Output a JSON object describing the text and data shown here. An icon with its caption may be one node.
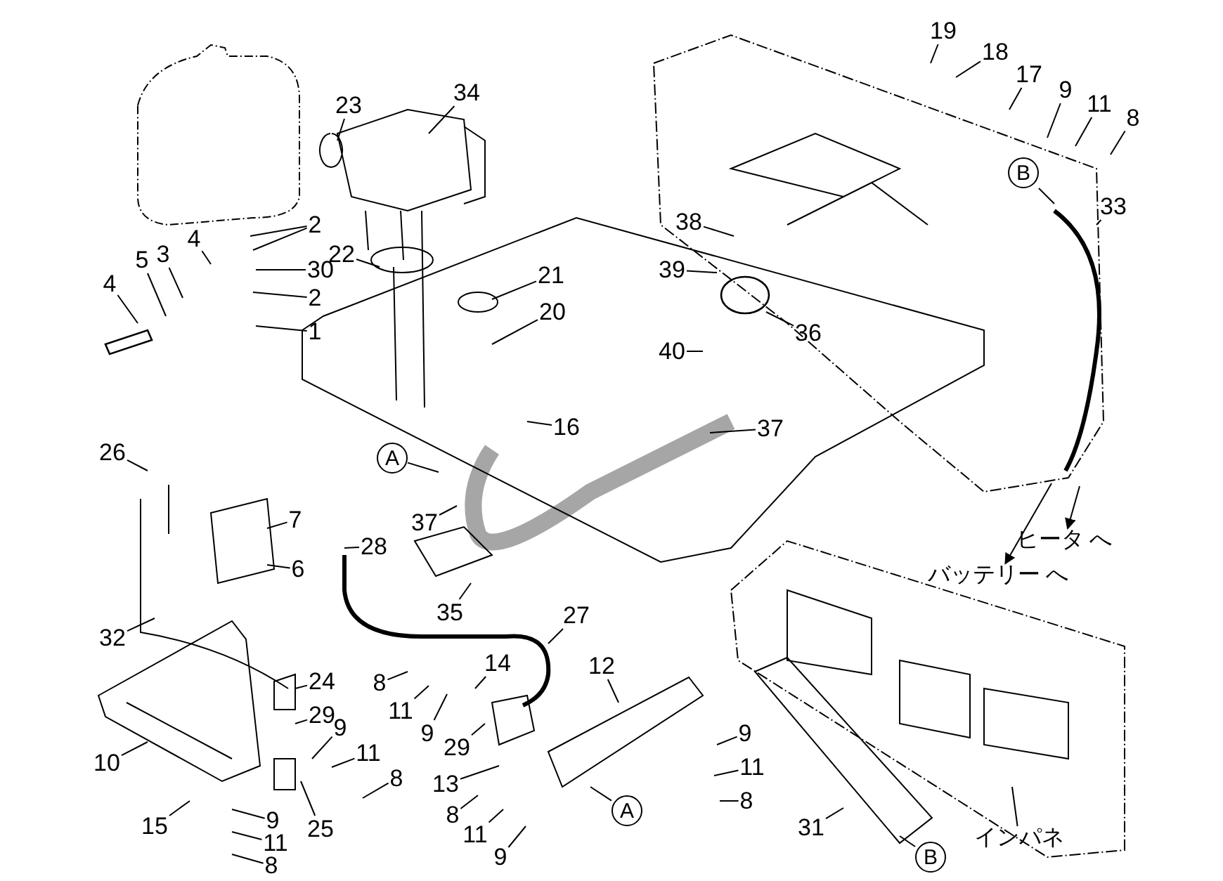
{
  "diagram": {
    "nodes": [
      {
        "text": [
          "23"
        ]
      },
      {
        "text": [
          "34"
        ]
      },
      {
        "text": [
          "19"
        ]
      },
      {
        "text": [
          "18"
        ]
      },
      {
        "text": [
          "17"
        ]
      },
      {
        "text": [
          "9"
        ]
      },
      {
        "text": [
          "11"
        ]
      },
      {
        "text": [
          "8"
        ]
      },
      {
        "text": [
          "B"
        ]
      },
      {
        "text": [
          "33"
        ]
      },
      {
        "text": [
          "2"
        ]
      },
      {
        "text": [
          "30"
        ]
      },
      {
        "text": [
          "2"
        ]
      },
      {
        "text": [
          "1"
        ]
      },
      {
        "text": [
          "4"
        ]
      },
      {
        "text": [
          "5"
        ]
      },
      {
        "text": [
          "3"
        ]
      },
      {
        "text": [
          "4"
        ]
      },
      {
        "text": [
          "22"
        ]
      },
      {
        "text": [
          "21"
        ]
      },
      {
        "text": [
          "20"
        ]
      },
      {
        "text": [
          "38"
        ]
      },
      {
        "text": [
          "39"
        ]
      },
      {
        "text": [
          "36"
        ]
      },
      {
        "text": [
          "40"
        ]
      },
      {
        "text": [
          "16"
        ]
      },
      {
        "text": [
          "37"
        ]
      },
      {
        "text": [
          "26"
        ]
      },
      {
        "text": [
          "7"
        ]
      },
      {
        "text": [
          "6"
        ]
      },
      {
        "text": [
          "A"
        ]
      },
      {
        "text": [
          "37"
        ]
      },
      {
        "text": [
          "28"
        ]
      },
      {
        "text": [
          "35"
        ]
      },
      {
        "text": [
          "27"
        ]
      },
      {
        "text": [
          "32"
        ]
      },
      {
        "text": [
          "24"
        ]
      },
      {
        "text": [
          "29"
        ]
      },
      {
        "text": [
          "14"
        ]
      },
      {
        "text": [
          "12"
        ]
      },
      {
        "text": [
          "8"
        ]
      },
      {
        "text": [
          "11"
        ]
      },
      {
        "text": [
          "9"
        ]
      },
      {
        "text": [
          "9"
        ]
      },
      {
        "text": [
          "11"
        ]
      },
      {
        "text": [
          "8"
        ]
      },
      {
        "text": [
          "29"
        ]
      },
      {
        "text": [
          "13"
        ]
      },
      {
        "text": [
          "A"
        ]
      },
      {
        "text": [
          "9"
        ]
      },
      {
        "text": [
          "11"
        ]
      },
      {
        "text": [
          "8"
        ]
      },
      {
        "text": [
          "10"
        ]
      },
      {
        "text": [
          "25"
        ]
      },
      {
        "text": [
          "15"
        ]
      },
      {
        "text": [
          "9"
        ]
      },
      {
        "text": [
          "11"
        ]
      },
      {
        "text": [
          "8"
        ]
      },
      {
        "text": [
          "8"
        ]
      },
      {
        "text": [
          "11"
        ]
      },
      {
        "text": [
          "9"
        ]
      },
      {
        "text": [
          "31"
        ]
      },
      {
        "text": [
          "B"
        ]
      },
      {
        "text": [
          "インパネ"
        ]
      },
      {
        "text": [
          "ヒータ へ"
        ]
      },
      {
        "text": [
          "バッテリー へ"
        ]
      }
    ],
    "edges": [
      {
        "from": 0,
        "to": null,
        "arrow": "none"
      },
      {
        "from": 1,
        "to": null,
        "arrow": "none"
      },
      {
        "from": 2,
        "to": null,
        "arrow": "none"
      },
      {
        "from": 3,
        "to": null,
        "arrow": "none"
      },
      {
        "from": 4,
        "to": null,
        "arrow": "none"
      },
      {
        "from": 5,
        "to": null,
        "arrow": "none"
      },
      {
        "from": 6,
        "to": null,
        "arrow": "none"
      },
      {
        "from": 7,
        "to": null,
        "arrow": "none"
      },
      {
        "from": 8,
        "to": null,
        "arrow": "none"
      },
      {
        "from": 9,
        "to": null,
        "arrow": "none"
      },
      {
        "from": 10,
        "to": null,
        "arrow": "none"
      },
      {
        "from": 10,
        "to": null,
        "arrow": "none"
      },
      {
        "from": 11,
        "to": null,
        "arrow": "none"
      },
      {
        "from": 12,
        "to": null,
        "arrow": "none"
      },
      {
        "from": 13,
        "to": null,
        "arrow": "none"
      },
      {
        "from": 14,
        "to": null,
        "arrow": "none"
      },
      {
        "from": 15,
        "to": null,
        "arrow": "none"
      },
      {
        "from": 16,
        "to": null,
        "arrow": "none"
      },
      {
        "from": 17,
        "to": null,
        "arrow": "none"
      },
      {
        "from": 18,
        "to": null,
        "arrow": "none"
      },
      {
        "from": 19,
        "to": null,
        "arrow": "none"
      },
      {
        "from": 20,
        "to": null,
        "arrow": "none"
      },
      {
        "from": 21,
        "to": null,
        "arrow": "none"
      },
      {
        "from": 22,
        "to": null,
        "arrow": "none"
      },
      {
        "from": 23,
        "to": null,
        "arrow": "none"
      },
      {
        "from": 24,
        "to": null,
        "arrow": "none"
      },
      {
        "from": 25,
        "to": null,
        "arrow": "none"
      },
      {
        "from": 26,
        "to": null,
        "arrow": "none"
      },
      {
        "from": 27,
        "to": null,
        "arrow": "none"
      },
      {
        "from": 28,
        "to": null,
        "arrow": "none"
      },
      {
        "from": 29,
        "to": null,
        "arrow": "none"
      },
      {
        "from": 30,
        "to": null,
        "arrow": "none"
      },
      {
        "from": 31,
        "to": null,
        "arrow": "none"
      },
      {
        "from": 32,
        "to": null,
        "arrow": "none"
      },
      {
        "from": 33,
        "to": null,
        "arrow": "none"
      },
      {
        "from": 34,
        "to": null,
        "arrow": "none"
      },
      {
        "from": 35,
        "to": null,
        "arrow": "none"
      },
      {
        "from": 36,
        "to": null,
        "arrow": "none"
      },
      {
        "from": 37,
        "to": null,
        "arrow": "none"
      },
      {
        "from": 38,
        "to": null,
        "arrow": "none"
      },
      {
        "from": 39,
        "to": null,
        "arrow": "none"
      },
      {
        "from": 40,
        "to": null,
        "arrow": "none"
      },
      {
        "from": 41,
        "to": null,
        "arrow": "none"
      },
      {
        "from": 42,
        "to": null,
        "arrow": "none"
      },
      {
        "from": 43,
        "to": null,
        "arrow": "none"
      },
      {
        "from": 44,
        "to": null,
        "arrow": "none"
      },
      {
        "from": 45,
        "to": null,
        "arrow": "none"
      },
      {
        "from": 46,
        "to": null,
        "arrow": "none"
      },
      {
        "from": 47,
        "to": null,
        "arrow": "none"
      },
      {
        "from": 48,
        "to": null,
        "arrow": "none"
      },
      {
        "from": 49,
        "to": null,
        "arrow": "none"
      },
      {
        "from": 50,
        "to": null,
        "arrow": "none"
      },
      {
        "from": 51,
        "to": null,
        "arrow": "none"
      },
      {
        "from": 52,
        "to": null,
        "arrow": "none"
      },
      {
        "from": 53,
        "to": null,
        "arrow": "none"
      },
      {
        "from": 54,
        "to": null,
        "arrow": "none"
      },
      {
        "from": 55,
        "to": null,
        "arrow": "none"
      },
      {
        "from": 56,
        "to": null,
        "arrow": "none"
      },
      {
        "from": 57,
        "to": null,
        "arrow": "none"
      },
      {
        "from": 58,
        "to": null,
        "arrow": "none"
      },
      {
        "from": 59,
        "to": null,
        "arrow": "none"
      },
      {
        "from": 60,
        "to": null,
        "arrow": "none"
      },
      {
        "from": 61,
        "to": null,
        "arrow": "none"
      },
      {
        "from": 62,
        "to": null,
        "arrow": "none"
      },
      {
        "from": 63,
        "to": null,
        "arrow": "none"
      },
      {
        "from": null,
        "to": 64,
        "arrow": "to"
      },
      {
        "from": null,
        "to": 65,
        "arrow": "to"
      }
    ]
  }
}
